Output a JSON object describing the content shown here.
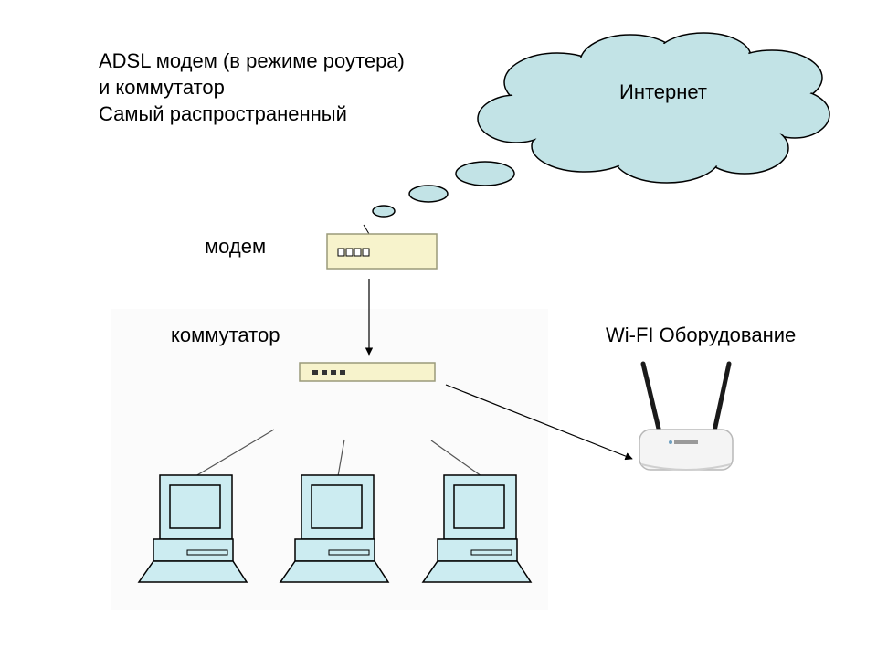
{
  "title": {
    "line1": "ADSL модем (в режиме роутера)",
    "line2": "и коммутатор",
    "line3": "Самый распространенный"
  },
  "cloud": {
    "label": "Интернет"
  },
  "labels": {
    "modem": "модем",
    "switch": "коммутатор",
    "wifi": "Wi-FI Оборудование"
  },
  "colors": {
    "cloud_fill": "#c2e3e6",
    "device_fill": "#f7f3cc",
    "computer_fill": "#ccecf1",
    "line": "#000000"
  },
  "icons": [
    "cloud-icon",
    "modem-icon",
    "switch-icon",
    "wifi-router-icon",
    "computer-icon"
  ]
}
